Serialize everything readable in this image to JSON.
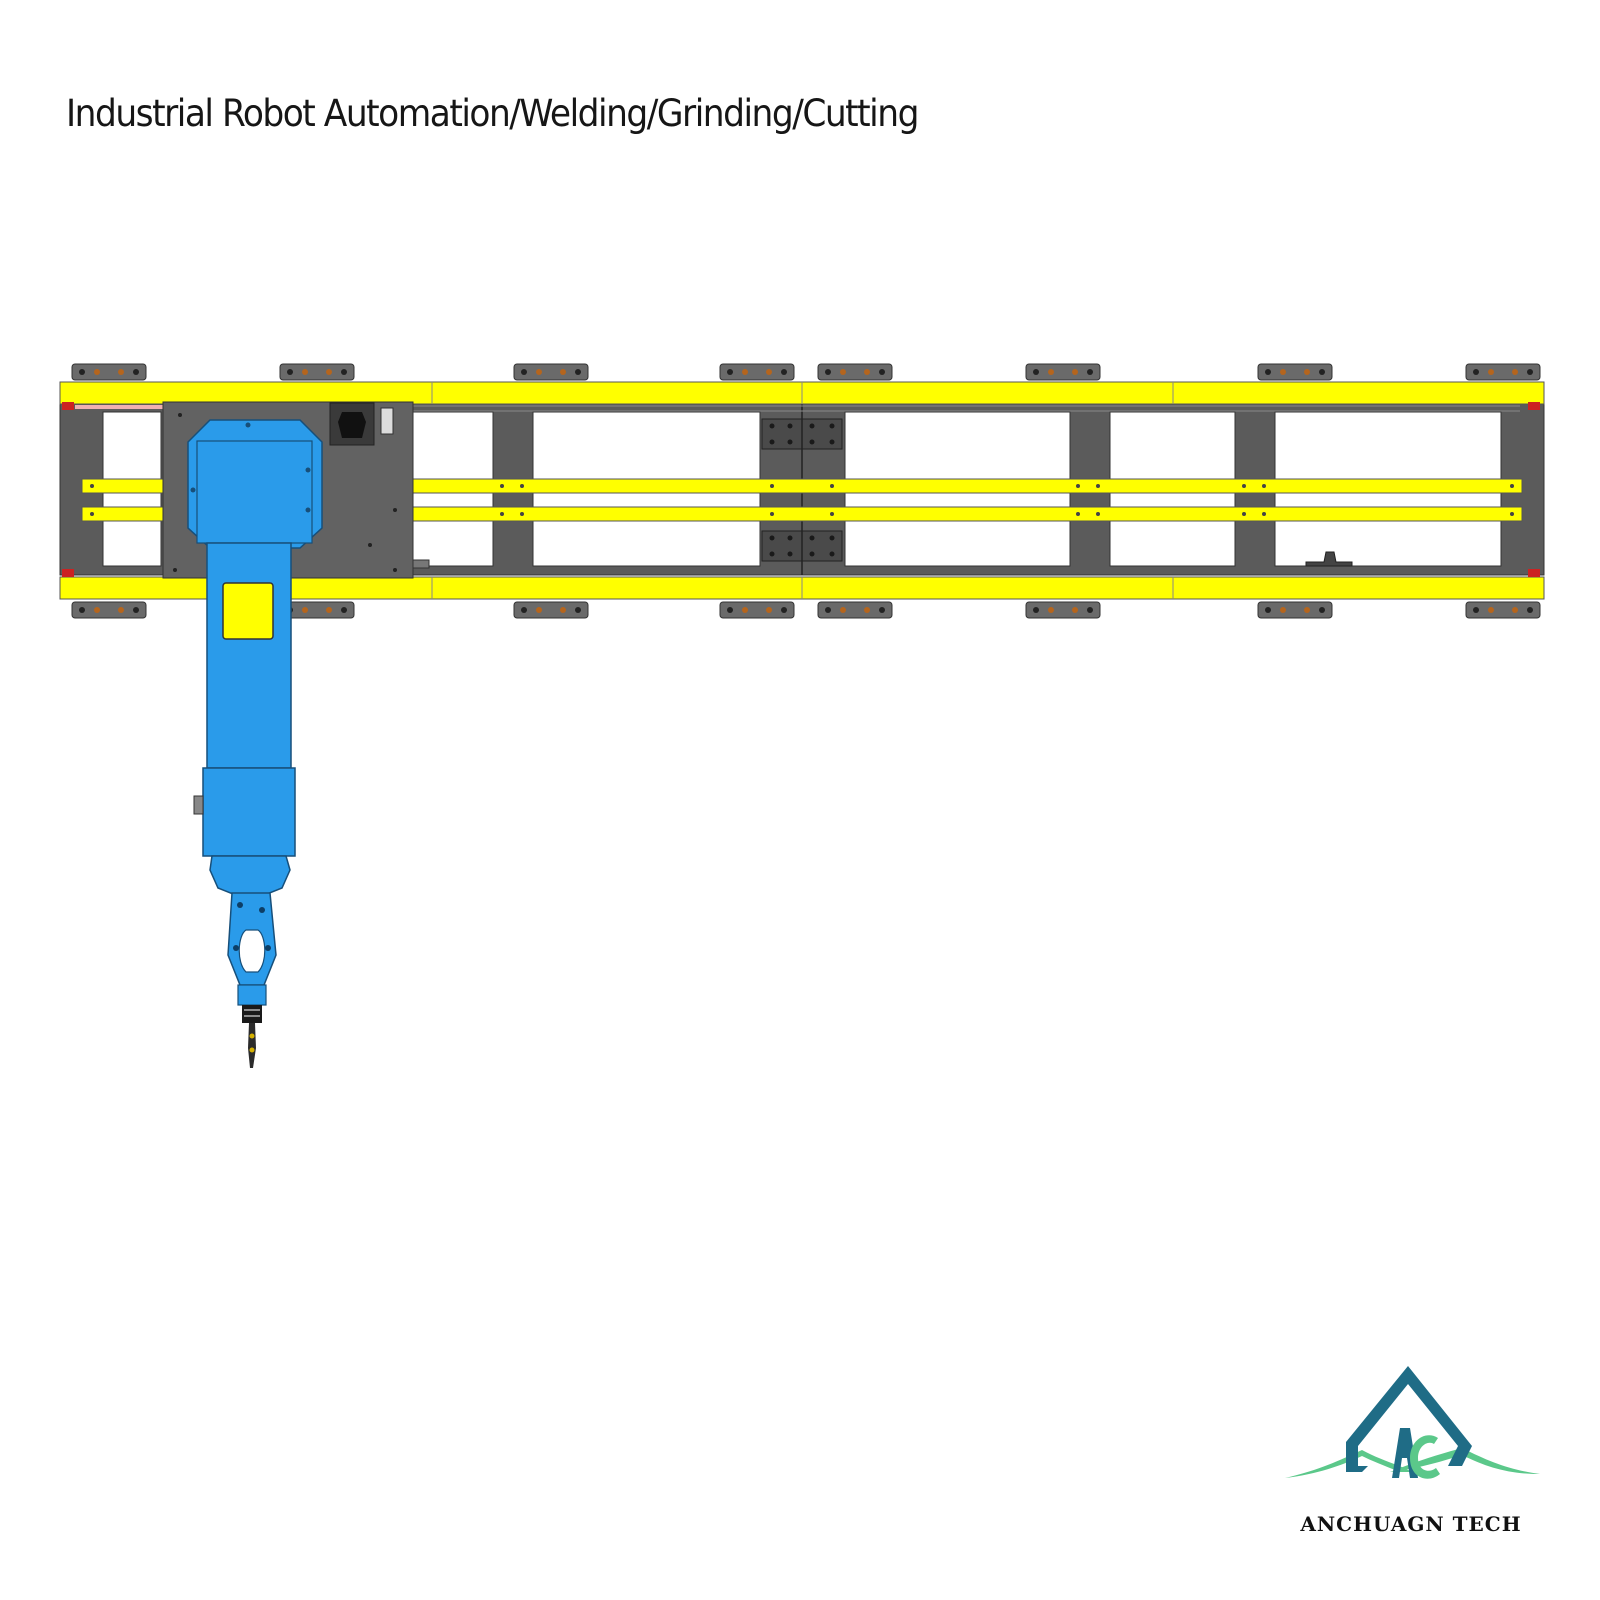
{
  "title": "Industrial Robot Automation/Welding/Grinding/Cutting",
  "brand": {
    "name": "ANCHUAGN TECH",
    "logo_letters": "AC"
  },
  "colors": {
    "rail_yellow": "#ffff00",
    "frame_gray": "#555555",
    "robot_blue": "#2a9bea",
    "logo_teal": "#1f6c86",
    "logo_green": "#5bc88a"
  }
}
